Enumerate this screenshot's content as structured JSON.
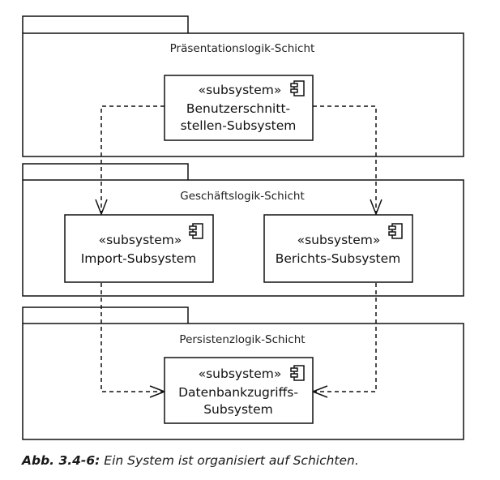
{
  "packages": {
    "presentation": {
      "title": "Präsentationslogik-Schicht"
    },
    "business": {
      "title": "Geschäftslogik-Schicht"
    },
    "persistence": {
      "title": "Persistenzlogik-Schicht"
    }
  },
  "subsystems": {
    "ui": {
      "stereotype": "«subsystem»",
      "line1": "Benutzerschnitt-",
      "line2": "stellen-Subsystem"
    },
    "import": {
      "stereotype": "«subsystem»",
      "line1": "Import-Subsystem"
    },
    "reports": {
      "stereotype": "«subsystem»",
      "line1": "Berichts-Subsystem"
    },
    "db": {
      "stereotype": "«subsystem»",
      "line1": "Datenbankzugriffs-",
      "line2": "Subsystem"
    }
  },
  "caption": {
    "number": "Abb. 3.4-6:",
    "text": "Ein System ist organisiert auf Schichten."
  }
}
